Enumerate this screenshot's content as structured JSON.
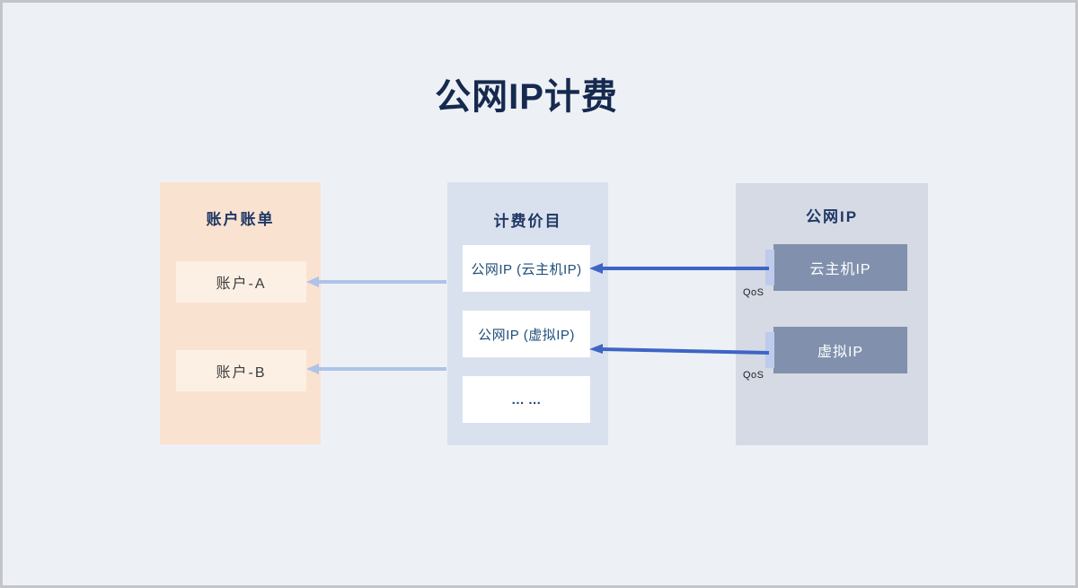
{
  "title": "公网IP计费",
  "colors": {
    "page_background": "#EDF1F6",
    "page_border": "#C3C5C9",
    "title_text": "#16294E",
    "heading_text": "#1F3864",
    "account_panel_bg": "#FAE2D1",
    "account_item_bg": "#FCF0E5",
    "account_item_text": "#3B3B3B",
    "pricing_panel_bg": "#DAE1EE",
    "pricing_item_bg": "#FFFFFF",
    "pricing_item_text": "#1F4E79",
    "publicip_panel_bg": "#D5DAE4",
    "publicip_item_bg": "#8191AD",
    "publicip_item_text": "#FFFFFF",
    "qos_tab": "#BFCBEC",
    "arrow_dark": "#3D65C6",
    "arrow_light": "#AFC3E8"
  },
  "panels": {
    "account": {
      "title": "账户账单",
      "items": [
        {
          "label": "账户-A"
        },
        {
          "label": "账户-B"
        }
      ]
    },
    "pricing": {
      "title": "计费价目",
      "items": [
        {
          "label": "公网IP (云主机IP)"
        },
        {
          "label": "公网IP (虚拟IP)"
        },
        {
          "label": "... ..."
        }
      ]
    },
    "public_ip": {
      "title": "公网IP",
      "items": [
        {
          "label": "云主机IP",
          "qos_label": "QoS"
        },
        {
          "label": "虚拟IP",
          "qos_label": "QoS"
        }
      ]
    }
  },
  "connections": [
    {
      "from": "云主机IP",
      "to": "公网IP (云主机IP)",
      "via": "QoS",
      "style": "dark-blue-arrow"
    },
    {
      "from": "虚拟IP",
      "to": "公网IP (虚拟IP)",
      "via": "QoS",
      "style": "dark-blue-arrow"
    },
    {
      "from": "公网IP (云主机IP)",
      "to": "账户-A",
      "style": "light-blue-arrow"
    },
    {
      "from": "公网IP (虚拟IP)",
      "to": "账户-B",
      "style": "light-blue-arrow"
    }
  ]
}
